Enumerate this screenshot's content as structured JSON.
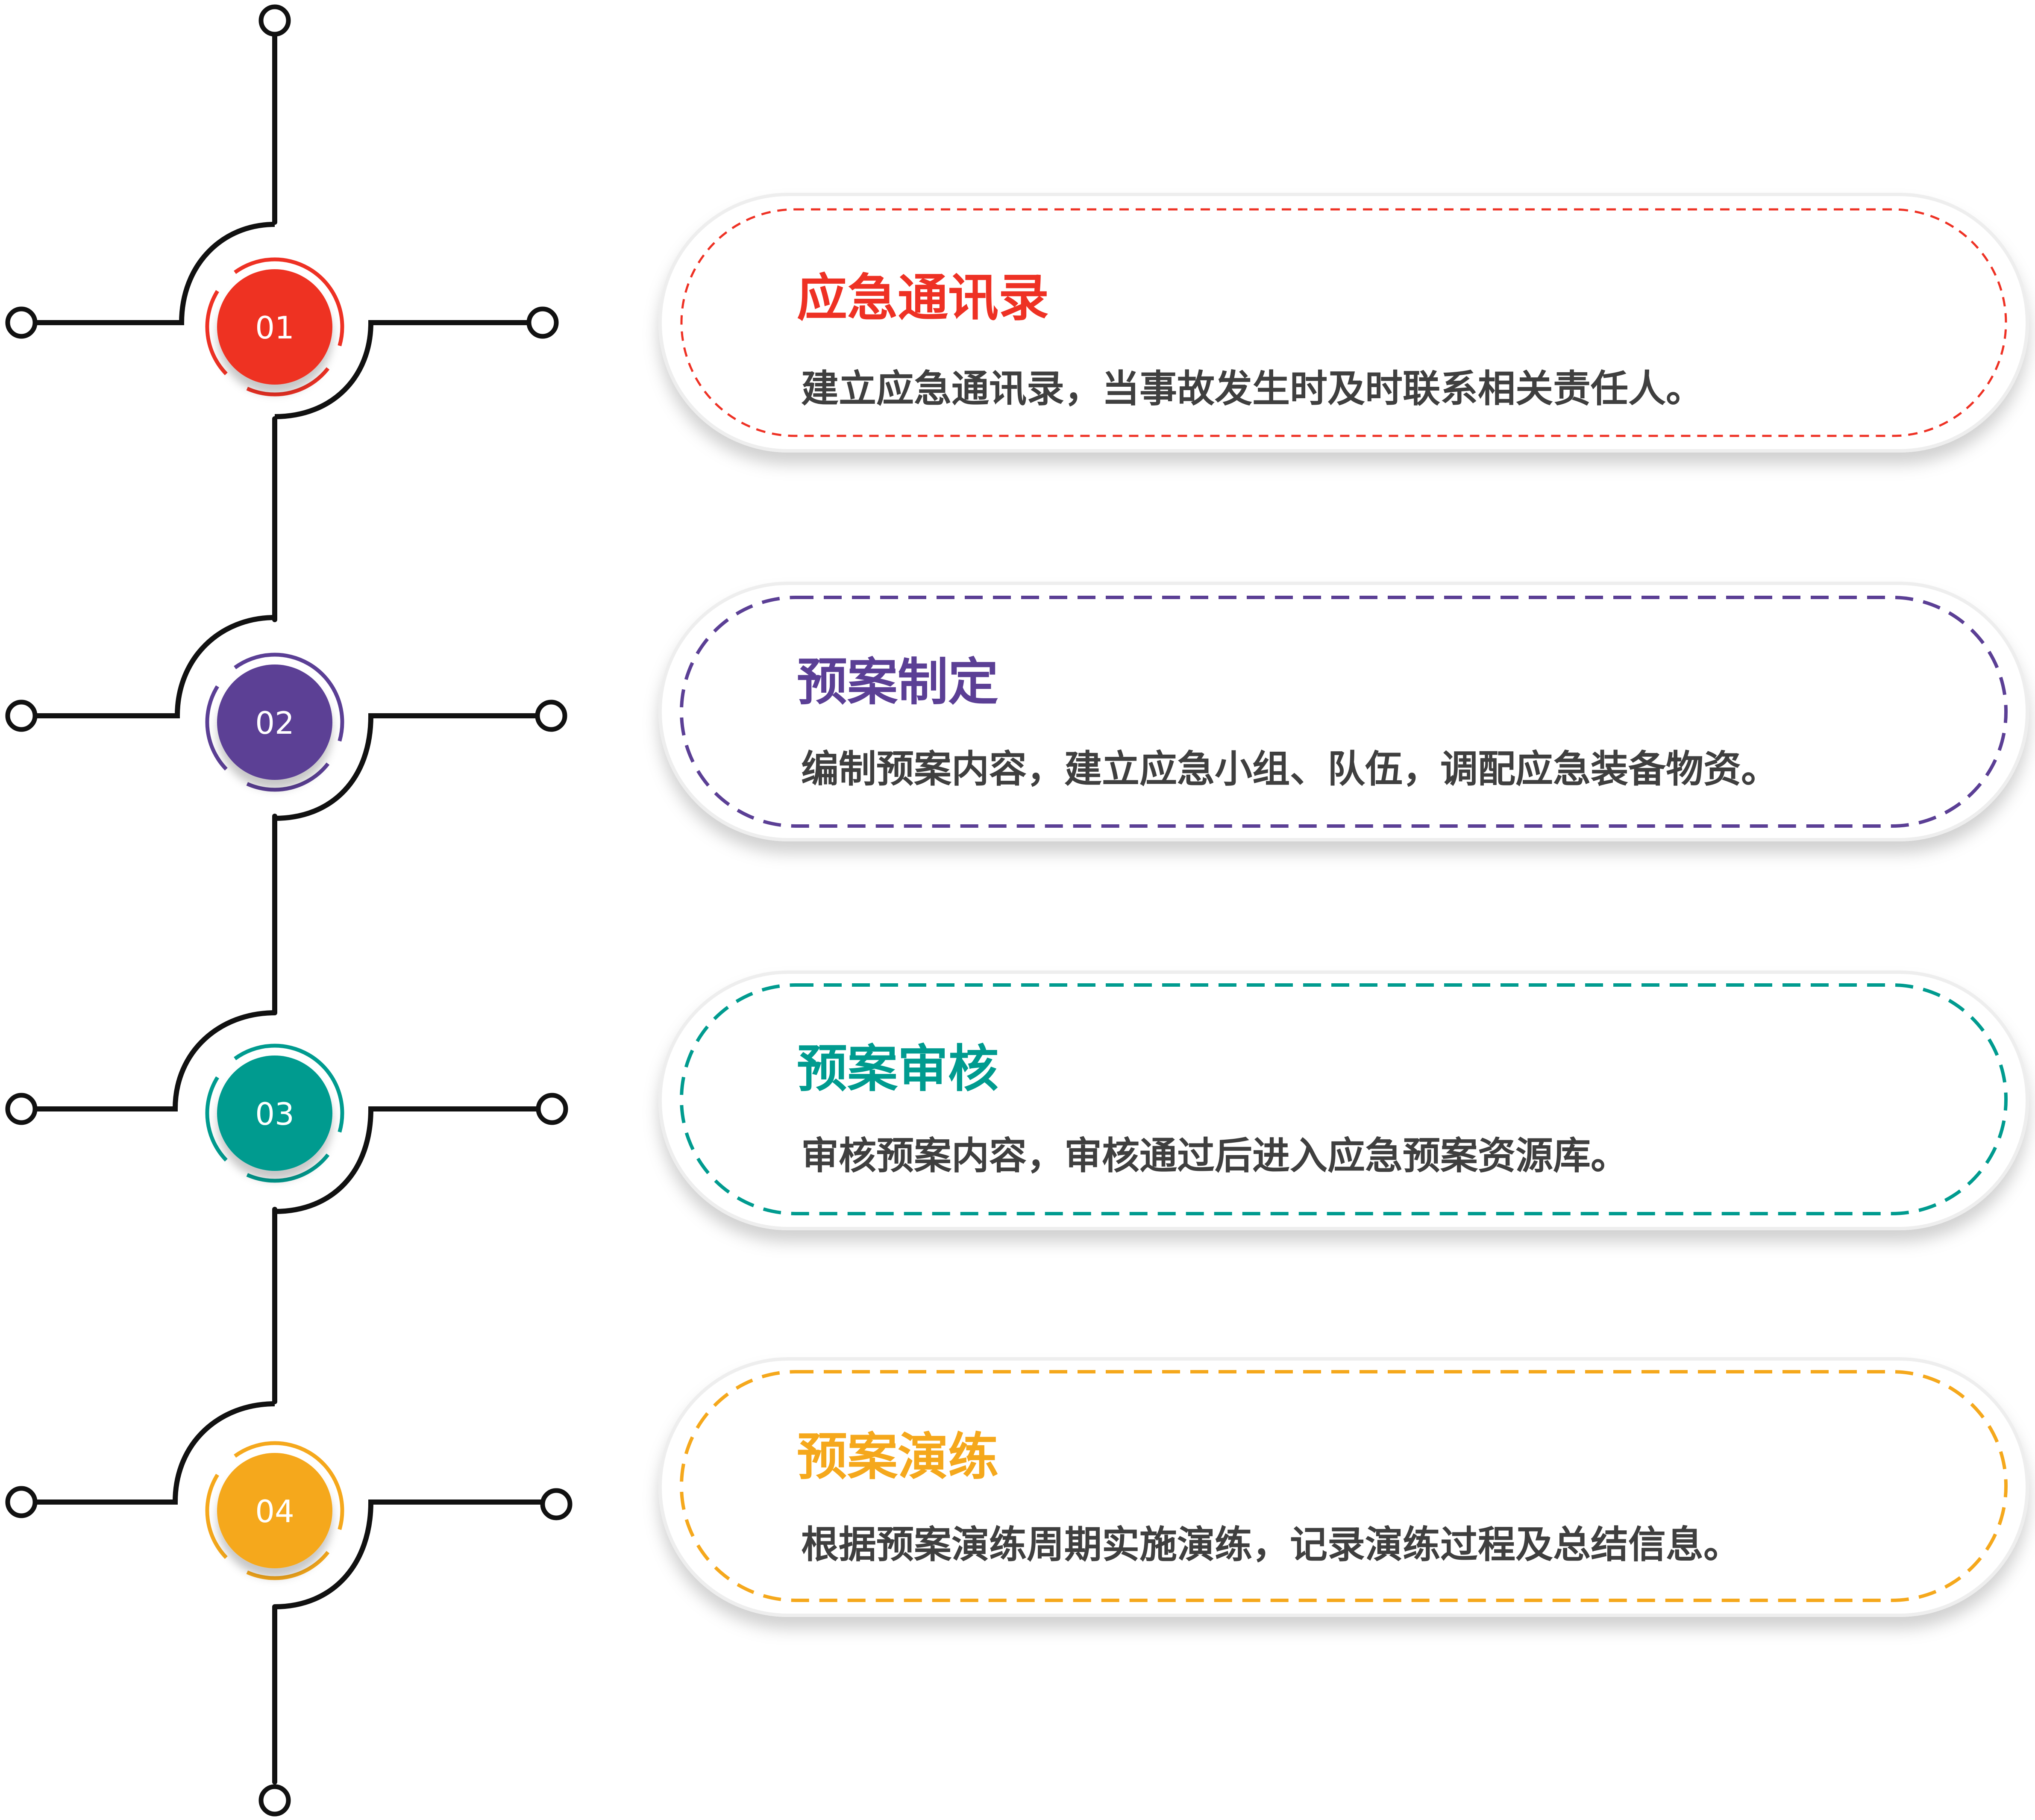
{
  "steps": [
    {
      "number": "01",
      "title": "应急通讯录",
      "description": "建立应急通讯录，当事故发生时及时联系相关责任人。",
      "color": "#EE3124"
    },
    {
      "number": "02",
      "title": "预案制定",
      "description": "编制预案内容，建立应急小组、队伍，调配应急装备物资。",
      "color": "#5B3F95"
    },
    {
      "number": "03",
      "title": "预案审核",
      "description": "审核预案内容，审核通过后进入应急预案资源库。",
      "color": "#009B8F"
    },
    {
      "number": "04",
      "title": "预案演练",
      "description": "根据预案演练周期实施演练，记录演练过程及总结信息。",
      "color": "#F5A81C"
    }
  ],
  "line_color": "#111111"
}
